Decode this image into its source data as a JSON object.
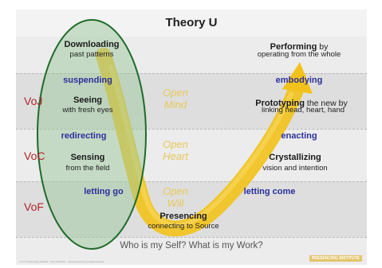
{
  "title": "Theory U",
  "left": {
    "downloading_bold": "Downloading",
    "downloading_sub": "past patterns",
    "suspending": "suspending",
    "seeing_bold": "Seeing",
    "seeing_sub": "with fresh eyes",
    "redirecting": "redirecting",
    "sensing_bold": "Sensing",
    "sensing_sub": "from the field",
    "letting_go": "letting go"
  },
  "right": {
    "performing_bold": "Performing",
    "performing_by": " by",
    "performing_sub": "operating from the whole",
    "embodying": "embodying",
    "prototyping_bold": "Prototyping",
    "prototyping_rest": " the new by",
    "prototyping_sub": "linking head, heart, hand",
    "enacting": "enacting",
    "crystallizing_bold": "Crystallizing",
    "crystallizing_sub": "vision and intention",
    "letting_come": "letting come"
  },
  "center": {
    "open_mind_1": "Open",
    "open_mind_2": "Mind",
    "open_heart_1": "Open",
    "open_heart_2": "Heart",
    "open_will_1": "Open",
    "open_will_2": "Will",
    "presencing_bold": "Presencing",
    "presencing_sub": "connecting to Source"
  },
  "voices": {
    "voj": "VoJ",
    "voc": "VoC",
    "vof": "VoF"
  },
  "question": "Who is my Self? What is my Work?",
  "footer": "© ① ⊜ Presencing Institute · Otto Scharmer · www.presencing.com/permissions",
  "logo": "PRESENCING INSTITUTE",
  "colors": {
    "u_curve": "#f2c21a",
    "ellipse": "#1f6b2a",
    "ellipse_fill": "#9cc79e",
    "voice": "#b0262a",
    "blue_label": "#2b2f9a"
  }
}
